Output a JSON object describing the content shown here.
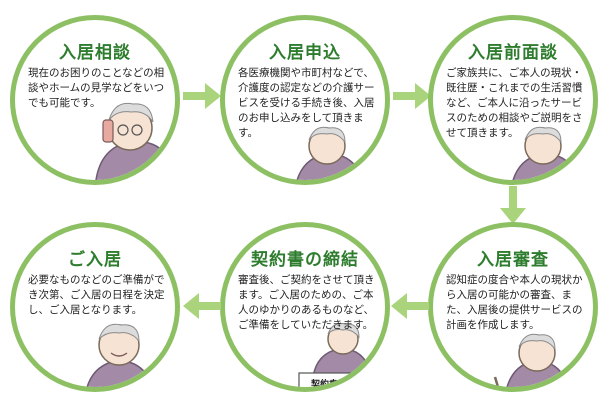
{
  "colors": {
    "ring": "#8cc063",
    "arrow": "#a9d47b",
    "title": "#2e7d2e"
  },
  "steps": [
    {
      "title": "入居相談",
      "description": "現在のお困りのことなどの相談やホームの見学などをいつでも可能です。",
      "illustration": "elderly-person-on-phone"
    },
    {
      "title": "入居申込",
      "description": "各医療機関や市町村などで、介護度の認定などの介護サービスを受ける手続き後、入居のお申し込みをして頂きます。",
      "illustration": "elderly-person-writing"
    },
    {
      "title": "入居前面談",
      "description": "ご家族共に、ご本人の現状・既往歴・これまでの生活習慣など、ご本人に沿ったサービスのための相談やご説明をさせて頂きます。",
      "illustration": "elderly-person-talking"
    },
    {
      "title": "入居審査",
      "description": "認知症の度合や本人の現状から入居の可能かの審査、また、入居後の提供サービスの計画を作成します。",
      "illustration": "elderly-person-walking"
    },
    {
      "title": "契約書の締結",
      "description": "審査後、ご契約をさせて頂きます。ご入居のための、ご本人のゆかりのあるものなど、ご準備をしていただきます。",
      "illustration": "contract-document",
      "document_label": "契約書"
    },
    {
      "title": "ご入居",
      "description": "必要なものなどのご準備ができ次第、ご入居の日程を決定し、ご入居となります。",
      "illustration": "elderly-person-smiling"
    }
  ]
}
